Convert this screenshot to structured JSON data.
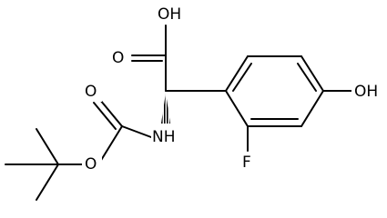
{
  "molecule": {
    "atoms": {
      "carboxyl_oh": "OH",
      "carboxyl_o": "O",
      "amine_nh": "NH",
      "carbamate_o_double": "O",
      "carbamate_o_ester": "O",
      "fluorine": "F",
      "phenol_oh": "OH"
    }
  }
}
